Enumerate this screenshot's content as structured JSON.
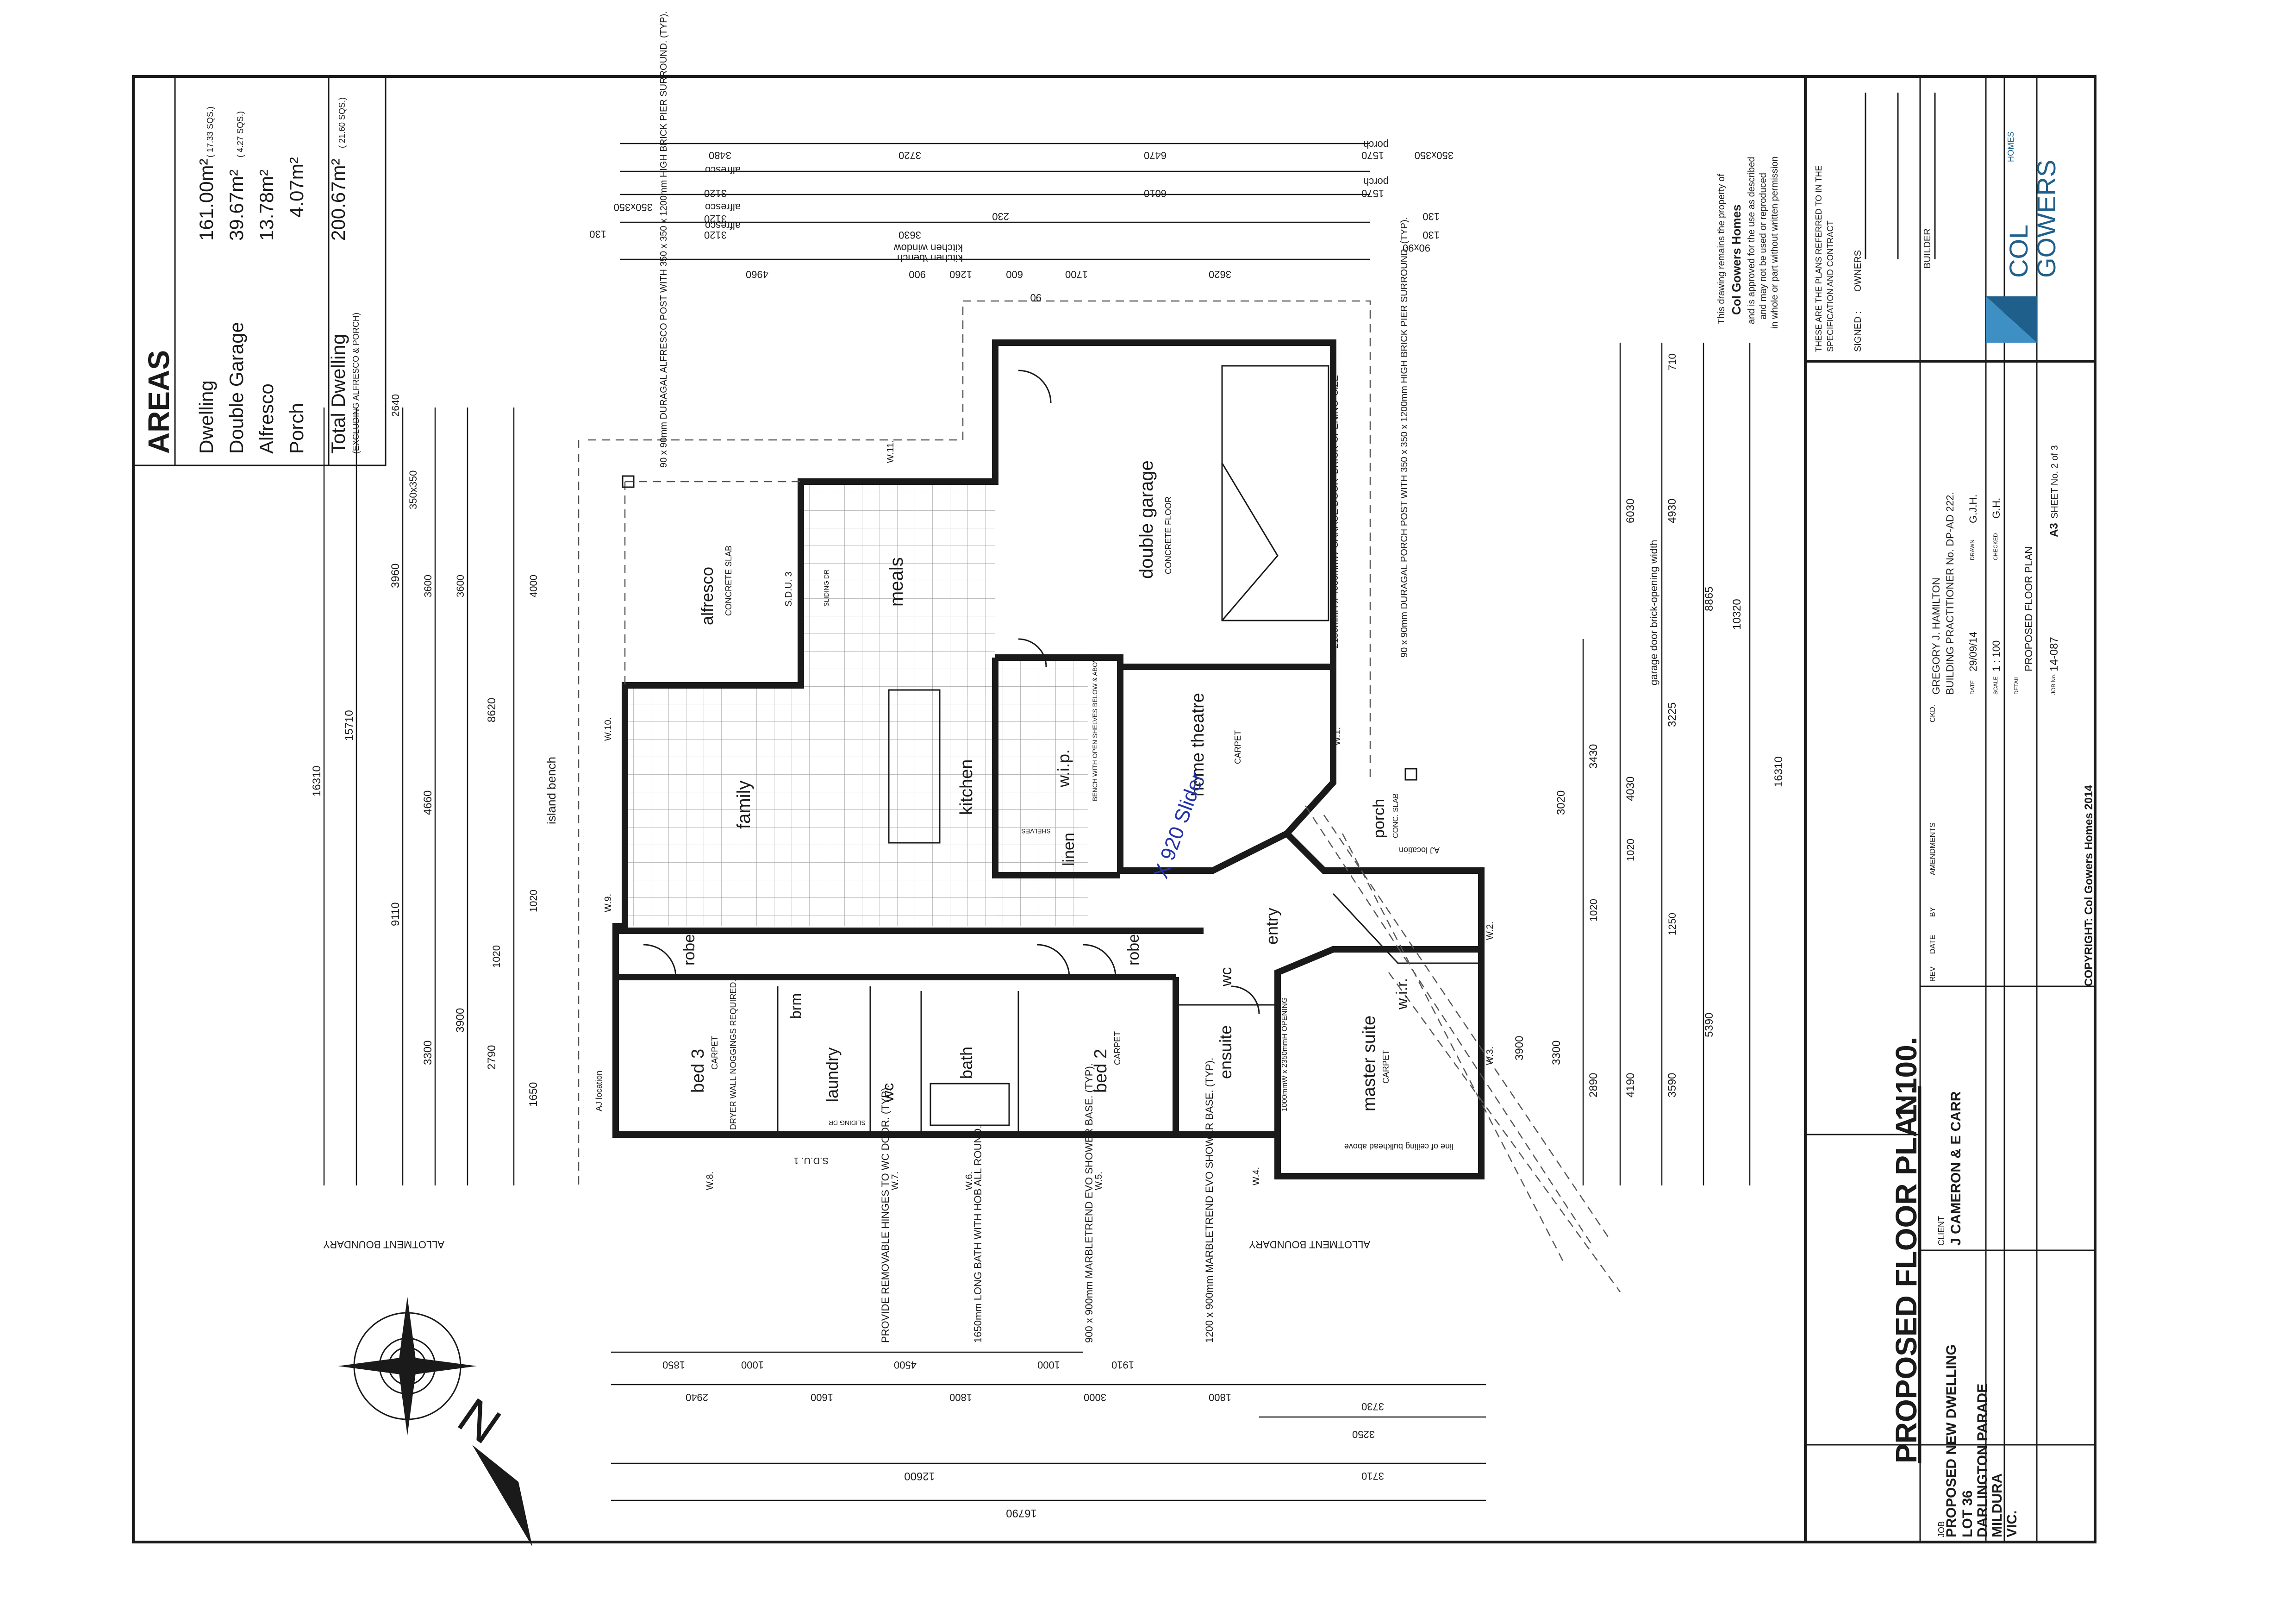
{
  "areas": {
    "heading": "AREAS",
    "rows": [
      {
        "name": "Dwelling",
        "value": "161.00m²",
        "sqs": "( 17.33 SQS.)"
      },
      {
        "name": "Double Garage",
        "value": "39.67m²",
        "sqs": "( 4.27 SQS.)"
      },
      {
        "name": "Alfresco",
        "value": "13.78m²",
        "sqs": ""
      },
      {
        "name": "Porch",
        "value": "4.07m²",
        "sqs": ""
      }
    ],
    "total_name": "Total Dwelling",
    "total_value": "200.67m²",
    "total_sqs": "( 21.60 SQS.)",
    "total_note": "(EXCLUDING ALFRESCO & PORCH)"
  },
  "rooms": {
    "alfresco": "alfresco",
    "alfresco_sub": "CONCRETE SLAB",
    "meals": "meals",
    "double_garage": "double garage",
    "garage_sub": "CONCRETE FLOOR",
    "family": "family",
    "kitchen": "kitchen",
    "wip": "w.i.p.",
    "home_theatre": "home theatre",
    "theatre_sub": "CARPET",
    "linen": "linen",
    "entry": "entry",
    "porch": "porch",
    "porch_sub": "CONC. SLAB",
    "wir": "w.i.r.",
    "master_suite": "master suite",
    "master_sub": "CARPET",
    "ensuite": "ensuite",
    "wc": "wc",
    "robe_left": "robe",
    "robe_right": "robe",
    "bed3": "bed 3",
    "bed3_sub": "CARPET",
    "laundry": "laundry",
    "brm": "brm",
    "bath": "bath",
    "bed2": "bed 2",
    "bed2_sub": "CARPET",
    "island_bench": "island bench"
  },
  "annotations": {
    "alfresco_post": "90 x 90mm DURAGAL ALFRESCO POST WITH 350 x 350 x 1200mm HIGH BRICK PIER SURROUND. (TYP).",
    "garage_door": "2150mmH x 4930mmW GARAGE DOOR 'BRICK-OPENING' SIZE",
    "porch_post": "90 x 90mm DURAGAL PORCH POST WITH 350 x 350 x 1200mm HIGH BRICK PIER SURROUND. (TYP).",
    "garage_brick_opening": "garage door brick-opening width",
    "handwritten": "X 920 Slider",
    "wc_hinges": "PROVIDE REMOVABLE HINGES TO WC DOOR. (TYP).",
    "long_bath": "1650mm LONG BATH WITH HOB ALL ROUND.",
    "shower_base_1": "900 x 900mm MARBLETREND EVO SHOWER BASE. (TYP).",
    "shower_base_2": "1200 x 900mm MARBLETREND EVO SHOWER BASE. (TYP).",
    "allotment_left": "ALLOTMENT BOUNDARY",
    "allotment_right": "ALLOTMENT BOUNDARY",
    "dryer_wall": "DRYER WALL NOGGINGS REQUIRED.",
    "aj_location_left": "AJ location",
    "aj_location_porch": "AJ location",
    "ceiling_bulkhead": "line of ceiling bulkhead above",
    "ensuite_opening": "1000mmW x 2350mmH OPENING",
    "bench_shelves": "BENCH WITH OPEN SHELVES BELOW & ABOVE",
    "sdu1": "S.D.U. 1",
    "sdu3": "S.D.U. 3",
    "sliding_dr": "SLIDING DR",
    "sliding_dr_2": "SLIDING DR",
    "shelves": "SHELVES"
  },
  "windows": [
    "W.1.",
    "W.2.",
    "W.3.",
    "W.4.",
    "W.5.",
    "W.6.",
    "W.7.",
    "W.8.",
    "W.9.",
    "W.10.",
    "W.11."
  ],
  "dims_top": {
    "row1": [
      "3480",
      "3720",
      "6470",
      "350x350",
      "1570"
    ],
    "row2": [
      "3120",
      "6010",
      "1570"
    ],
    "row3": [
      "350x350",
      "3120",
      "230",
      "130"
    ],
    "row4": [
      "130",
      "3120",
      "3630",
      "130",
      "90x90"
    ],
    "row5": [
      "4960",
      "900",
      "1260",
      "600",
      "1700",
      "3620",
      "90"
    ],
    "labels": [
      "alfresco",
      "alfresco",
      "alfresco",
      "porch",
      "porch",
      "kitchen window",
      "kitchen \\bench"
    ]
  },
  "dims_left": [
    "16310",
    "15710",
    "9110",
    "3960",
    "4660",
    "3900",
    "3300",
    "2790",
    "1650",
    "8620",
    "3600",
    "3600",
    "350x350",
    "1020",
    "2640",
    "4000",
    "1020"
  ],
  "dims_right": [
    "6030",
    "4930",
    "8865",
    "10320",
    "16310",
    "3225",
    "4030",
    "3430",
    "3020",
    "5390",
    "4190",
    "3590",
    "3900",
    "3300",
    "2890",
    "1020",
    "1250",
    "1020",
    "710"
  ],
  "dims_bottom": {
    "row1": [
      "1850",
      "1000",
      "4500",
      "1000",
      "1910"
    ],
    "row2": [
      "2940",
      "1600",
      "1800",
      "3000",
      "1800"
    ],
    "row3": [
      "3730",
      "3250",
      "3710"
    ],
    "overall": [
      "12600",
      "16790"
    ]
  },
  "title": {
    "main": "PROPOSED FLOOR PLAN.",
    "scale": "1:100."
  },
  "title_block": {
    "job_label": "JOB",
    "job_lines": [
      "PROPOSED NEW DWELLING",
      "LOT 36",
      "DARLINGTON PARADE",
      "MILDURA",
      "VIC."
    ],
    "client_label": "CLIENT",
    "client": "J CAMERON & E CARR",
    "rev_headers": [
      "REV",
      "DATE",
      "BY",
      "AMENDMENTS",
      "CKD."
    ],
    "copyright": "COPYRIGHT: Col Gowers Homes 2014",
    "practitioner": "GREGORY J. HAMILTON",
    "practitioner_no": "BUILDING PRACTITIONER No. DP-AD 222.",
    "date_label": "DATE",
    "date": "29/09/14",
    "drawn_label": "DRAWN",
    "drawn": "G.J.H.",
    "scale_label": "SCALE",
    "scale": "1 : 100",
    "checked_label": "CHECKED",
    "checked": "G.H.",
    "detail_label": "DETAIL",
    "detail": "PROPOSED FLOOR PLAN",
    "job_no_label": "JOB No.",
    "job_no": "14-087",
    "size": "A3",
    "sheet": "SHEET No. 2 of 3"
  },
  "property_notice": [
    "This drawing remains the property of",
    "Col Gowers Homes",
    "and is approved for the use as described",
    "and may not be used or reproduced",
    "in whole or part without written permission"
  ],
  "contract_note": [
    "THESE ARE THE PLANS REFERRED TO IN THE",
    "SPECIFICATION AND CONTRACT"
  ],
  "signed_label": "SIGNED :",
  "owners_label": "OWNERS",
  "builder_label": "BUILDER",
  "logo": {
    "line1": "COL",
    "sub": "HOMES",
    "line2": "GOWERS"
  },
  "compass": {
    "north": "N"
  }
}
